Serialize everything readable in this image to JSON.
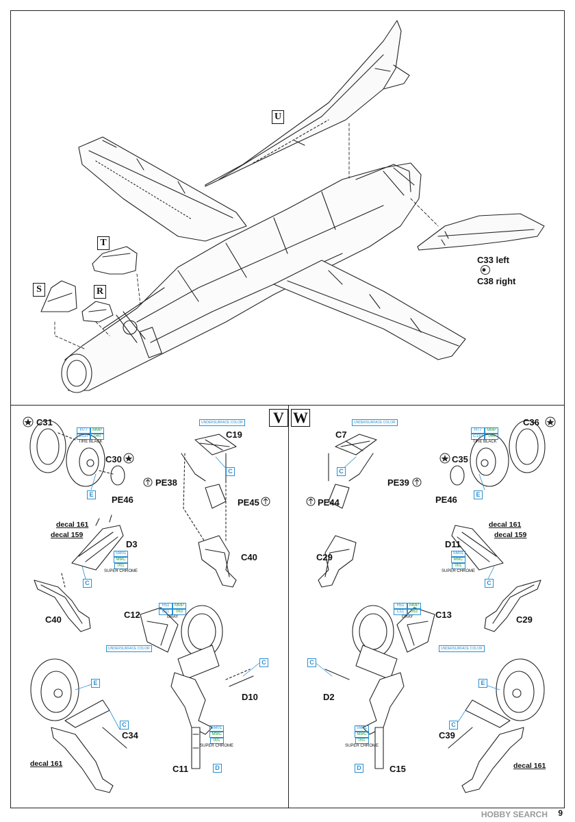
{
  "steps": {
    "top": [
      "U",
      "T",
      "S",
      "R"
    ],
    "bottom_left": "V",
    "bottom_right": "W"
  },
  "top_labels": {
    "c33": "C33 left",
    "c38": "C38 right"
  },
  "left": {
    "wheel_main_a": "C31",
    "wheel_main_b": "C30",
    "pe46": "PE46",
    "paint_tire": {
      "h": "H77",
      "m": "MMP",
      "c": "C137",
      "n": "040",
      "name": "TIRE BLACK"
    },
    "decal161": "decal 161",
    "decal159": "decal 159",
    "d3": "D3",
    "paint_chrome": {
      "a": "SM01",
      "b": "MMC",
      "c": "001",
      "name": "SUPER CHROME"
    },
    "c40a": "C40",
    "c19": "C19",
    "c19_tag": "UNDERSURFACE COLOR",
    "pe38": "PE38",
    "pe45": "PE45",
    "c40b": "C40",
    "c12": "C12",
    "paint_gray": {
      "h": "H51",
      "m": "MMP",
      "c": "C11",
      "n": "063",
      "name": "GRAY"
    },
    "c12_tag": "UNDERSURFACE COLOR",
    "d10": "D10",
    "c34": "C34",
    "decal161b": "decal 161",
    "c11": "C11",
    "paint_chrome2": {
      "a": "SM01",
      "b": "MMC",
      "c": "001",
      "name": "SUPER CHROME"
    }
  },
  "right": {
    "c7": "C7",
    "c7_tag": "UNDERSURFACE COLOR",
    "pe44": "PE44",
    "pe39": "PE39",
    "c29a": "C29",
    "wheel_main_a": "C36",
    "wheel_main_b": "C35",
    "pe46": "PE46",
    "paint_tire": {
      "h": "H77",
      "m": "MMP",
      "c": "C137",
      "n": "040",
      "name": "TIRE BLACK"
    },
    "decal161": "decal 161",
    "decal159": "decal 159",
    "d11": "D11",
    "paint_chrome": {
      "a": "SM01",
      "b": "MMC",
      "c": "001",
      "name": "SUPER CHROME"
    },
    "c29b": "C29",
    "c13": "C13",
    "paint_gray": {
      "h": "H51",
      "m": "MMP",
      "c": "C11",
      "n": "063",
      "name": "GRAY"
    },
    "c13_tag": "UNDERSURFACE COLOR",
    "d2": "D2",
    "c39": "C39",
    "decal161b": "decal 161",
    "c15": "C15",
    "paint_chrome2": {
      "a": "SM01",
      "b": "MMC",
      "c": "001",
      "name": "SUPER CHROME"
    }
  },
  "refs": {
    "c": "C",
    "d": "D",
    "e": "E"
  },
  "page_number": "9",
  "watermark": "HOBBY SEARCH",
  "colors": {
    "ink": "#222222",
    "ref_blue": "#2a8fd0",
    "paint_green": "#1f9a3a"
  }
}
